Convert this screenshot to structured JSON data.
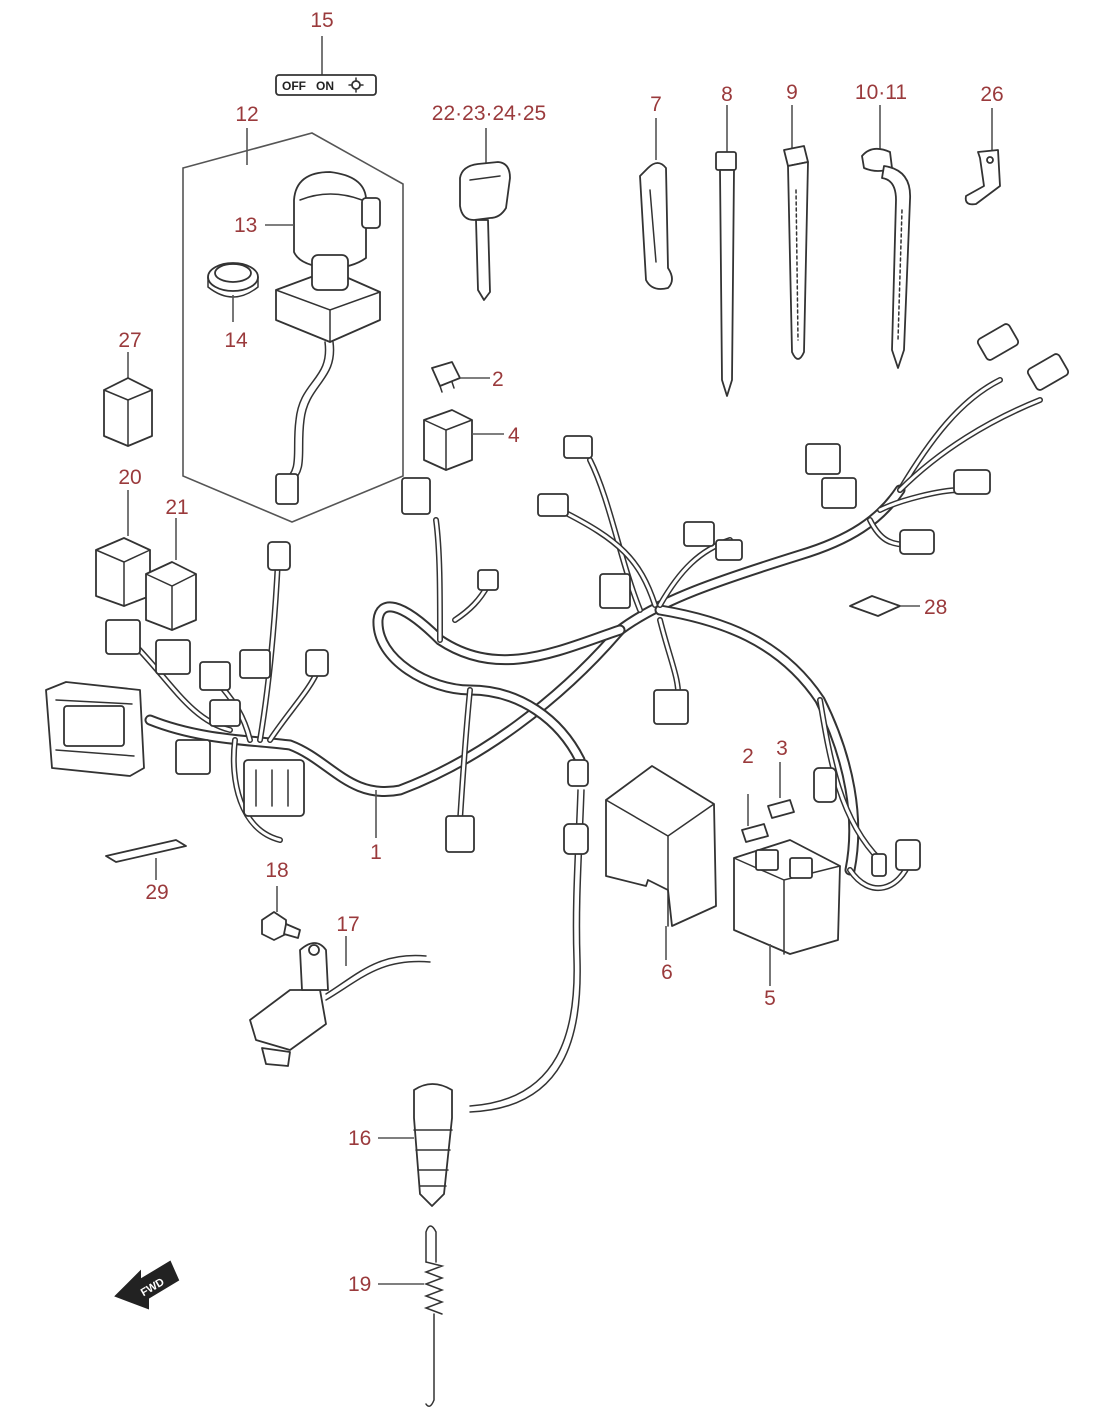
{
  "diagram": {
    "title": "Wiring Harness Parts Diagram",
    "label_color": "#9a3a3c",
    "callouts": [
      {
        "id": "callout-15",
        "text": "15"
      },
      {
        "id": "callout-12",
        "text": "12"
      },
      {
        "id": "callout-13",
        "text": "13"
      },
      {
        "id": "callout-14",
        "text": "14"
      },
      {
        "id": "callout-22-25",
        "text": "22·23·24·25"
      },
      {
        "id": "callout-7",
        "text": "7"
      },
      {
        "id": "callout-8",
        "text": "8"
      },
      {
        "id": "callout-9",
        "text": "9"
      },
      {
        "id": "callout-10-11",
        "text": "10·11"
      },
      {
        "id": "callout-26",
        "text": "26"
      },
      {
        "id": "callout-27",
        "text": "27"
      },
      {
        "id": "callout-2-top",
        "text": "2"
      },
      {
        "id": "callout-4",
        "text": "4"
      },
      {
        "id": "callout-20",
        "text": "20"
      },
      {
        "id": "callout-21",
        "text": "21"
      },
      {
        "id": "callout-28",
        "text": "28"
      },
      {
        "id": "callout-1",
        "text": "1"
      },
      {
        "id": "callout-2-bottom",
        "text": "2"
      },
      {
        "id": "callout-3",
        "text": "3"
      },
      {
        "id": "callout-29",
        "text": "29"
      },
      {
        "id": "callout-18",
        "text": "18"
      },
      {
        "id": "callout-17",
        "text": "17"
      },
      {
        "id": "callout-6",
        "text": "6"
      },
      {
        "id": "callout-5",
        "text": "5"
      },
      {
        "id": "callout-16",
        "text": "16"
      },
      {
        "id": "callout-19",
        "text": "19"
      }
    ],
    "switch_plate": {
      "off": "OFF",
      "on": "ON"
    },
    "direction_arrow": {
      "text": "FWD"
    },
    "icons": {
      "ignition-switch": "ignition-switch-icon",
      "key": "key-icon",
      "relay": "relay-icon",
      "fuse": "fuse-icon",
      "cable-tie": "cable-tie-icon",
      "clamp": "clamp-icon",
      "sensor": "sensor-icon",
      "spring": "spring-icon",
      "forward-arrow": "forward-arrow-icon"
    }
  }
}
